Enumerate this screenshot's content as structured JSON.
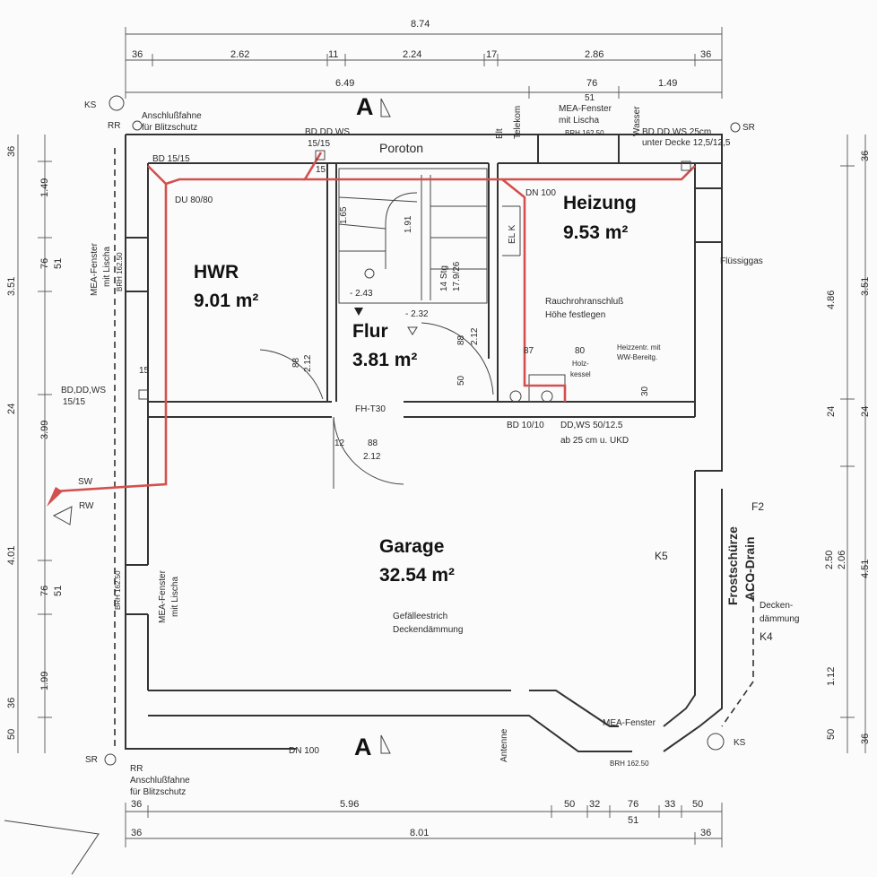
{
  "rooms": {
    "hwr": {
      "name": "HWR",
      "area": "9.01 m²"
    },
    "flur": {
      "name": "Flur",
      "area": "3.81 m²"
    },
    "heizung": {
      "name": "Heizung",
      "area": "9.53 m²"
    },
    "garage": {
      "name": "Garage",
      "area": "32.54 m²"
    }
  },
  "levels": {
    "l243": "- 2.43",
    "l232": "- 2.32"
  },
  "labels": {
    "poroton": "Poroton",
    "section_a": "A",
    "ks": "KS",
    "rr": "RR",
    "sr": "SR",
    "anschluss_1": "Anschlußfahne",
    "anschluss_2": "für Blitzschutz",
    "bd_dd_ws": "BD,DD,WS",
    "v1515": "15/15",
    "bd_1515": "BD 15/15",
    "du": "DU 80/80",
    "mea": "MEA-Fenster",
    "mit_lischa": "mit Lischa",
    "v51": "51",
    "brh": "BRH 162.50",
    "brh_left": "BRH 162.50",
    "bd_ws_25": "BD,DD,WS 25cm",
    "unter_decke": "unter Decke 12,5/12,5",
    "dn100": "DN 100",
    "fluessiggas": "Flüssiggas",
    "rauchrohr_1": "Rauchrohranschluß",
    "rauchrohr_2": "Höhe festlegen",
    "heizentr_1": "Heizzentr. mit",
    "heizentr_2": "WW-Bereitg.",
    "v80": "80",
    "v87": "87",
    "holz": "Holz-",
    "kessel": "kessel",
    "fh_t30": "FH-T30",
    "bd_1010": "BD 10/10",
    "dd_ws_50": "DD,WS 50/12.5",
    "ab_25": "ab 25 cm u. UKD",
    "v88": "88",
    "v212": "2.12",
    "v12": "12",
    "sw": "SW",
    "rw": "RW",
    "f2": "F2",
    "k5": "K5",
    "k4": "K4",
    "gefaelle": "Gefälleestrich",
    "deckendaemmung": "Deckendämmung",
    "decken": "Decken-",
    "daemmung": "dämmung",
    "elt": "Elt",
    "telekom": "Telekom",
    "wasser": "Wasser",
    "el_k": "EL K",
    "stg_1": "14 Stg",
    "stg_2": "17.9/26",
    "antenne": "Antenne",
    "frostschuerze": "Frostschürze",
    "aco_drain": "ACO-Drain"
  },
  "interior": {
    "d165": "1.65",
    "d191": "1.91",
    "d88": "88",
    "d212": "2.12",
    "d50": "50",
    "d30": "30",
    "d15": "15"
  },
  "dims": {
    "top_total": "8.74",
    "d36": "36",
    "d262": "2.62",
    "d11": "11",
    "d224": "2.24",
    "d17": "17",
    "d286": "2.86",
    "d649": "6.49",
    "d76": "76",
    "d149": "1.49",
    "d596": "5.96",
    "d50": "50",
    "d32": "32",
    "d33": "33",
    "d51": "51",
    "d801": "8.01",
    "d351": "3.51",
    "d24": "24",
    "d399": "3.99",
    "d401": "4.01",
    "d199": "1.99",
    "d486": "4.86",
    "d250": "2.50",
    "d206": "2.06",
    "d451": "4.51",
    "d112": "1.12"
  },
  "colors": {
    "pipe": "#d2504d",
    "wall": "#333333",
    "background": "#fbfbfb"
  }
}
